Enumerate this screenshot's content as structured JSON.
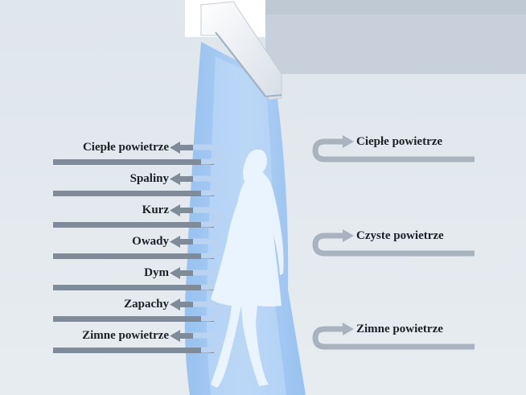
{
  "diagram": {
    "left_labels": [
      "Ciepłe powietrze",
      "Spaliny",
      "Kurz",
      "Owady",
      "Dym",
      "Zapachy",
      "Zimne powietrze"
    ],
    "right_labels": [
      "Ciepłe powietrze",
      "Czyste powietrze",
      "Zimne powietrze"
    ]
  },
  "colors": {
    "background": "#e3e9ee",
    "ceiling": "#c9d2dc",
    "arrow_outside": "#7f8b99",
    "arrow_inside": "#a9b3bf",
    "curtain": "#9ec7f5",
    "figure": "#eef6ff"
  }
}
